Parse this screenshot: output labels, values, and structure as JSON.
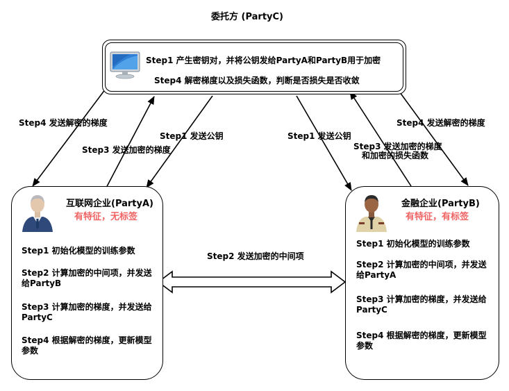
{
  "client": {
    "title": "委托方 (PartyC)",
    "step1": "Step1 产生密钥对，并将公钥发给PartyA和PartyB用于加密",
    "step4": "Step4 解密梯度以及损失函数，判断是否损失是否收敛"
  },
  "party_a": {
    "title": "互联网企业(PartyA)",
    "tag": "有特征，无标签",
    "step1": "Step1 初始化模型的训练参数",
    "step2_line1": "Step2 计算加密的中间项，并发送",
    "step2_line2": "给PartyB",
    "step3_line1": "Step3 计算加密的梯度，并发送给",
    "step3_line2": "PartyC",
    "step4_line1": "Step4 根据解密的梯度，更新模型",
    "step4_line2": "参数"
  },
  "party_b": {
    "title": "金融企业(PartyB)",
    "tag": "有特征，有标签",
    "step1": "Step1 初始化模型的训练参数",
    "step2_line1": "Step2 计算加密的中间项，并发送",
    "step2_line2": "给PartyA",
    "step3_line1": "Step3 计算加密的梯度，并发送给",
    "step3_line2": "PartyC",
    "step4_line1": "Step4 根据解密的梯度，更新模型",
    "step4_line2": "参数"
  },
  "edges": {
    "left_step4": "Step4 发送解密的梯度",
    "left_step3": "Step3 发送加密的梯度",
    "left_step1": "Step1 发送公钥",
    "right_step1": "Step1 发送公钥",
    "right_step3_line1": "Step3 发送加密的梯度",
    "right_step3_line2": "和加密的损失函数",
    "right_step4": "Step4 发送解密的梯度",
    "middle_step2": "Step2 发送加密的中间项"
  },
  "icons": {
    "client": "monitor-icon",
    "party_a": "businessman-avatar-icon",
    "party_b": "security-guard-avatar-icon"
  },
  "colors": {
    "tag_red": "#f06464",
    "monitor_blue": "#2f7fd6"
  }
}
